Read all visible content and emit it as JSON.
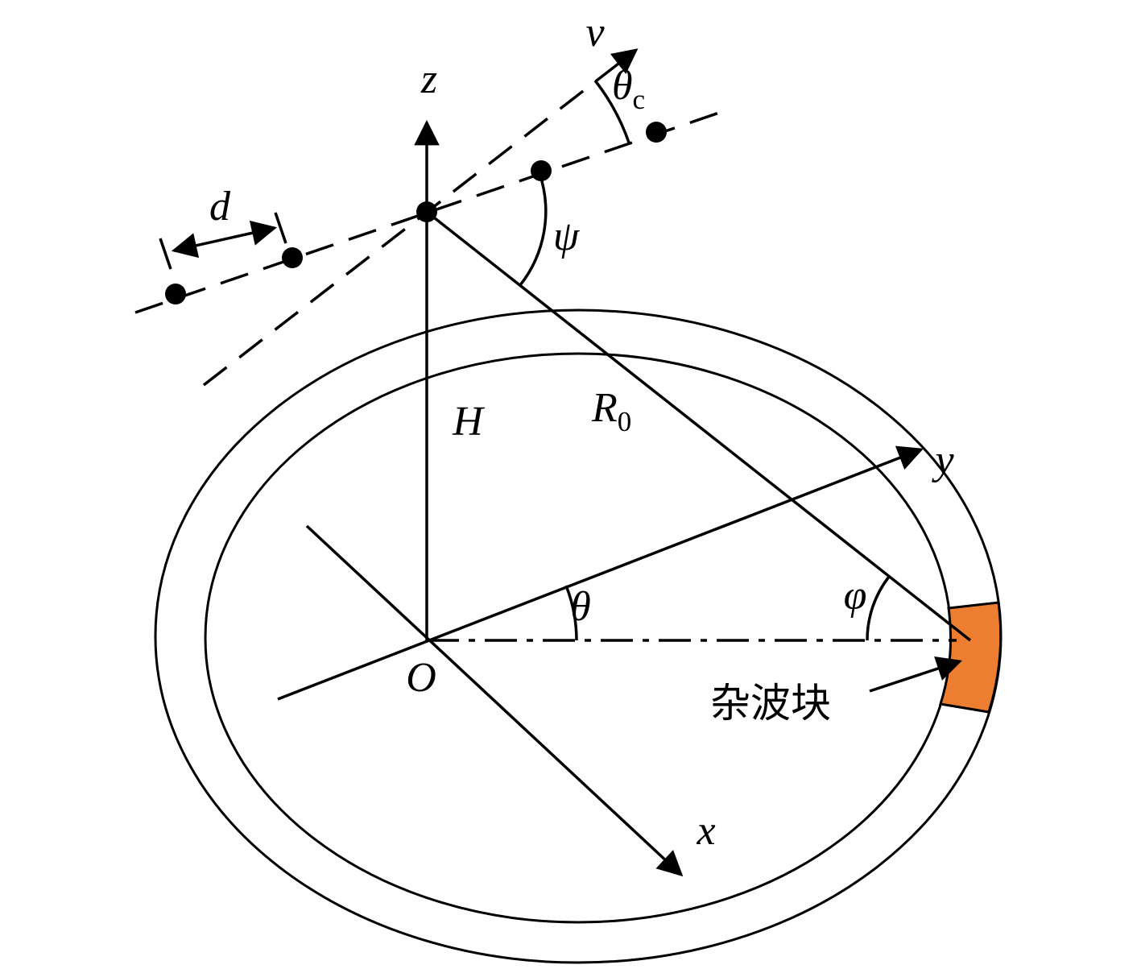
{
  "figure": {
    "kind": "airborne-radar-clutter-geometry-diagram"
  },
  "colors": {
    "line": "#000000",
    "background": "#ffffff",
    "clutter_patch": "#ED7D31"
  },
  "labels": {
    "z_axis": "z",
    "velocity": "v",
    "cone_angle_main": "θ",
    "cone_angle_sub": "c",
    "psi_angle": "ψ",
    "element_spacing": "d",
    "height": "H",
    "slant_range_main": "R",
    "slant_range_sub": "0",
    "azimuth_angle": "θ",
    "grazing_angle": "φ",
    "origin": "O",
    "x_axis": "x",
    "y_axis": "y",
    "clutter_patch": "杂波块"
  }
}
